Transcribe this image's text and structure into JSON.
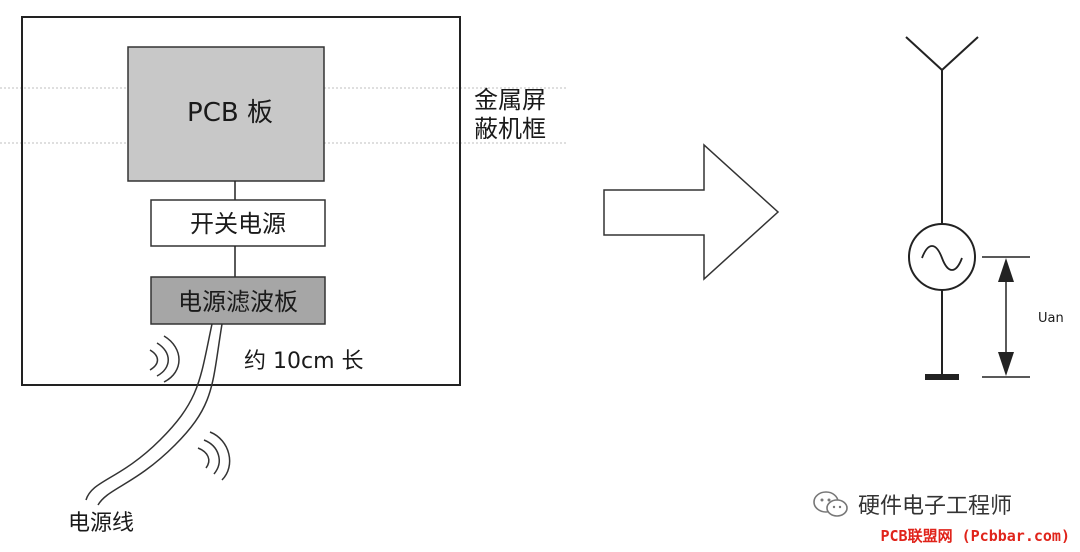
{
  "labels": {
    "pcb": "PCB 板",
    "shield": [
      "金属屏",
      "蔽机框"
    ],
    "switching_power": "开关电源",
    "filter_board": "电源滤波板",
    "length_note": "约 10cm 长",
    "power_cord": "电源线",
    "voltage": "Uan"
  },
  "watermark": {
    "text": "硬件电子工程师",
    "icon": "wechat-icon"
  },
  "footer": "PCB联盟网 (Pcbbar.com)",
  "colors": {
    "pcb_fill": "#c8c8c8",
    "filter_fill": "#a6a6a6",
    "footer": "#e0241b"
  }
}
